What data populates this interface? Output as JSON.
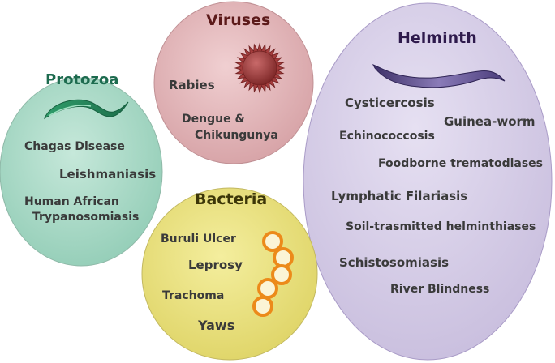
{
  "colors": {
    "protozoa_fill": "#a7d7c5",
    "viruses_fill": "#e2b3b6",
    "helminth_fill": "#d6cde8",
    "bacteria_fill": "#ebe17c",
    "protozoa_title": "#1d6b4f",
    "viruses_title": "#5c1a1a",
    "helminth_title": "#2e1a4c",
    "bacteria_title": "#3c3608",
    "item_text": "#3a3a3a"
  },
  "groups": {
    "protozoa": {
      "title": "Protozoa",
      "icon": "protozoan-icon",
      "items": [
        "Chagas Disease",
        "Leishmaniasis",
        "Human African",
        "Trypanosomiasis"
      ]
    },
    "viruses": {
      "title": "Viruses",
      "icon": "virus-icon",
      "items": [
        "Rabies",
        "Dengue &",
        "Chikungunya"
      ]
    },
    "helminth": {
      "title": "Helminth",
      "icon": "worm-icon",
      "items": [
        "Cysticercosis",
        "Guinea-worm",
        "Echinococcosis",
        "Foodborne trematodiases",
        "Lymphatic Filariasis",
        "Soil-trasmitted helminthiases",
        "Schistosomiasis",
        "River Blindness"
      ]
    },
    "bacteria": {
      "title": "Bacteria",
      "icon": "bacteria-chain-icon",
      "items": [
        "Buruli Ulcer",
        "Leprosy",
        "Trachoma",
        "Yaws"
      ]
    }
  }
}
